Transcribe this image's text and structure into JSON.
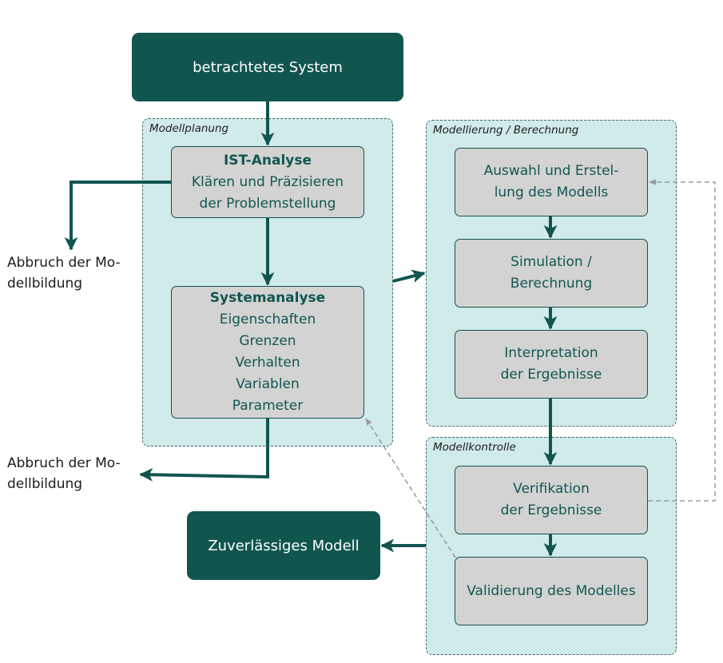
{
  "diagram": {
    "start_node": "betrachtetes System",
    "end_node": "Zuverlässiges Modell",
    "groups": {
      "planning": "Modellplanung",
      "modeling": "Modellierung / Berechnung",
      "control": "Modellkontrolle"
    },
    "ist_analysis": {
      "title": "IST-Analyse",
      "lines": [
        "Klären und Präzisieren",
        "der Problemstellung"
      ]
    },
    "system_analysis": {
      "title": "Systemanalyse",
      "lines": [
        "Eigenschaften",
        "Grenzen",
        "Verhalten",
        "Variablen",
        "Parameter"
      ]
    },
    "model_selection": {
      "lines": [
        "Auswahl und Erstel-",
        "lung des Modells"
      ]
    },
    "simulation": {
      "lines": [
        "Simulation /",
        "Berechnung"
      ]
    },
    "interpretation": {
      "lines": [
        "Interpretation",
        "der Ergebnisse"
      ]
    },
    "verification": {
      "lines": [
        "Verifikation",
        "der Ergebnisse"
      ]
    },
    "validation": {
      "lines": [
        "Validierung des Modelles"
      ]
    },
    "abort_1": {
      "lines": [
        "Abbruch der Mo-",
        "dellbildung"
      ]
    },
    "abort_2": {
      "lines": [
        "Abbruch der Mo-",
        "dellbildung"
      ]
    },
    "colors": {
      "dark_teal": "#11554f",
      "group_fill": "#d1eaea",
      "box_fill": "#d3d3d3",
      "feedback_gray": "#8a8a8a"
    }
  }
}
